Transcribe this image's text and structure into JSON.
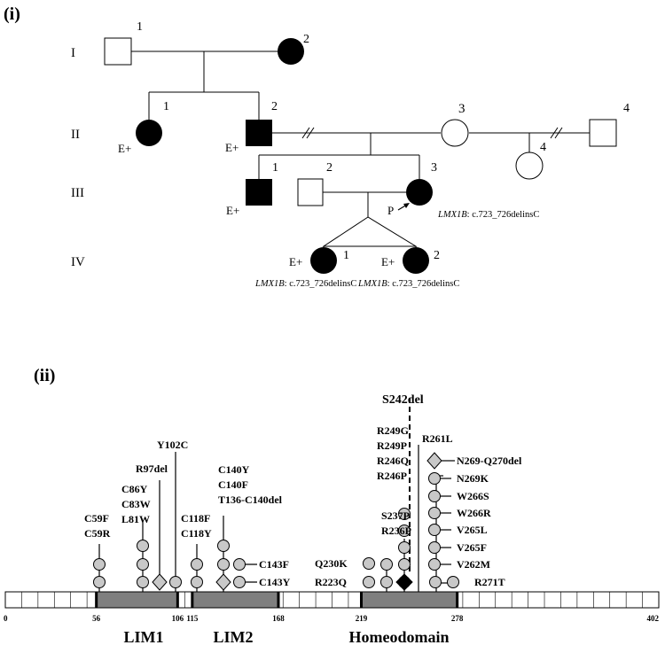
{
  "panel_i": {
    "label": "(i)",
    "generations": [
      "I",
      "II",
      "III",
      "IV"
    ],
    "individuals": [
      {
        "key": "I-1",
        "id": "1",
        "sex": "male",
        "affected": false,
        "badge": ""
      },
      {
        "key": "I-2",
        "id": "2",
        "sex": "female",
        "affected": true,
        "badge": ""
      },
      {
        "key": "II-1",
        "id": "1",
        "sex": "female",
        "affected": true,
        "badge": "E+"
      },
      {
        "key": "II-2",
        "id": "2",
        "sex": "male",
        "affected": true,
        "badge": "E+"
      },
      {
        "key": "II-3",
        "id": "3",
        "sex": "female",
        "affected": false,
        "badge": ""
      },
      {
        "key": "II-4",
        "id": "4",
        "sex": "male",
        "affected": false,
        "badge": ""
      },
      {
        "key": "II-c4",
        "id": "4",
        "sex": "female",
        "affected": false,
        "badge": ""
      },
      {
        "key": "III-1",
        "id": "1",
        "sex": "male",
        "affected": true,
        "badge": "E+"
      },
      {
        "key": "III-2",
        "id": "2",
        "sex": "male",
        "affected": false,
        "badge": ""
      },
      {
        "key": "III-3",
        "id": "3",
        "sex": "female",
        "affected": true,
        "badge": ""
      },
      {
        "key": "IV-1",
        "id": "1",
        "sex": "female",
        "affected": true,
        "badge": "E+"
      },
      {
        "key": "IV-2",
        "id": "2",
        "sex": "female",
        "affected": true,
        "badge": "E+"
      }
    ],
    "proband_label": "P",
    "variant_gene": "LMX1B",
    "variant_change": ": c.723_726delinsC"
  },
  "panel_ii": {
    "label": "(ii)",
    "protein_length": 402,
    "axis_ticks": [
      0,
      56,
      106,
      115,
      168,
      219,
      278,
      402
    ],
    "domains": [
      {
        "name": "LIM1",
        "start": 56,
        "end": 106
      },
      {
        "name": "LIM2",
        "start": 115,
        "end": 168
      },
      {
        "name": "Homeodomain",
        "start": 219,
        "end": 278
      }
    ],
    "highlight_variant": "S242del",
    "variants": {
      "c59": [
        "C59F",
        "C59R"
      ],
      "l81": [
        "C86Y",
        "C83W",
        "L81W"
      ],
      "r97": "R97del",
      "y102": "Y102C",
      "c118": [
        "C118F",
        "C118Y"
      ],
      "c140": [
        "C140Y",
        "C140F",
        "T136-C140del"
      ],
      "c143": [
        "C143F",
        "C143Y"
      ],
      "q230": "Q230K",
      "r223": "R223Q",
      "s237": [
        "S237P",
        "R236P"
      ],
      "r249": [
        "R249G",
        "R249P",
        "R246Q",
        "R246P"
      ],
      "r261": "R261L",
      "right_list": [
        "N269-Q270del",
        "N269K",
        "W266S",
        "W266R",
        "V265L",
        "V265F",
        "V262M"
      ],
      "r271": "R271T"
    }
  }
}
